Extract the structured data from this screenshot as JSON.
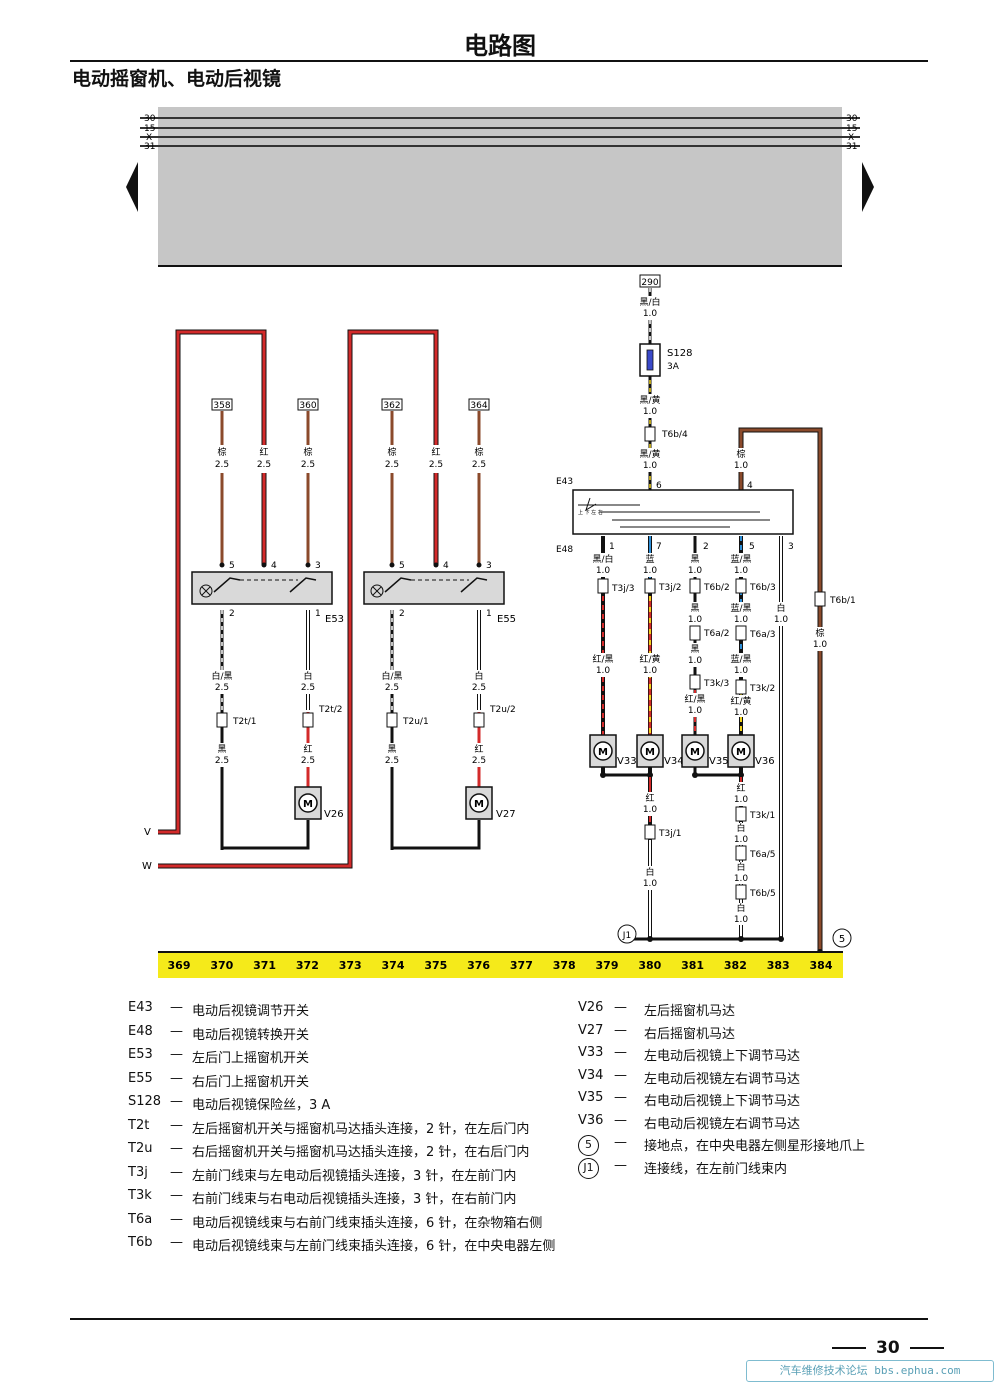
{
  "header": {
    "title": "电路图",
    "subtitle": "电动摇窗机、电动后视镜"
  },
  "bus": {
    "left_labels": [
      "30",
      "15",
      "X",
      "31"
    ],
    "right_labels": [
      "30",
      "15",
      "X",
      "31"
    ]
  },
  "wires": [
    {
      "ref": "358",
      "color": "棕",
      "gauge": "2.5"
    },
    {
      "ref": "",
      "color": "红",
      "gauge": "2.5"
    },
    {
      "ref": "360",
      "color": "棕",
      "gauge": "2.5"
    },
    {
      "ref": "362",
      "color": "棕",
      "gauge": "2.5"
    },
    {
      "ref": "",
      "color": "红",
      "gauge": "2.5"
    },
    {
      "ref": "364",
      "color": "棕",
      "gauge": "2.5"
    }
  ],
  "switches": [
    {
      "name": "E53",
      "pins_top": [
        "5",
        "4",
        "3"
      ],
      "pins_bottom": [
        "2",
        "1"
      ]
    },
    {
      "name": "E55",
      "pins_top": [
        "5",
        "4",
        "3"
      ],
      "pins_bottom": [
        "2",
        "1"
      ]
    }
  ],
  "lower_wires": [
    {
      "c1": "白/黑",
      "g1": "2.5",
      "conn": "T2t/1",
      "c2": "黑",
      "g2": "2.5"
    },
    {
      "c1": "白",
      "g1": "2.5",
      "conn": "T2t/2",
      "c2": "红",
      "g2": "2.5"
    },
    {
      "c1": "白/黑",
      "g1": "2.5",
      "conn": "T2u/1",
      "c2": "黑",
      "g2": "2.5"
    },
    {
      "c1": "白",
      "g1": "2.5",
      "conn": "T2u/2",
      "c2": "红",
      "g2": "2.5"
    }
  ],
  "motors": [
    "V26",
    "V27",
    "V33",
    "V34",
    "V35",
    "V36"
  ],
  "left_labels": {
    "v": "V",
    "w": "W"
  },
  "mirror": {
    "ref": "290",
    "w1": {
      "color": "黑/白",
      "gauge": "1.0"
    },
    "fuse": {
      "name": "S128",
      "rating": "3A"
    },
    "w2": {
      "color": "黑/黄",
      "gauge": "1.0"
    },
    "conn_top": "T6b/4",
    "w3": {
      "color": "黑/黄",
      "gauge": "1.0"
    },
    "brown": {
      "color": "棕",
      "gauge": "1.0"
    },
    "e43": "E43",
    "e48": "E48",
    "switch_text": "上 下 左 右",
    "pin_top_a": "6",
    "pin_top_b": "4",
    "pins_bottom": [
      "1",
      "7",
      "2",
      "5",
      "3"
    ],
    "col_wires": [
      {
        "color": "黑/白",
        "gauge": "1.0",
        "conn": "T3j/3",
        "c2": "红/黑",
        "g2": "1.0"
      },
      {
        "color": "蓝",
        "gauge": "1.0",
        "conn": "T3j/2",
        "c2": "红/黄",
        "g2": "1.0"
      },
      {
        "color": "黑",
        "gauge": "1.0",
        "conn": "T6b/2",
        "c2": "黑",
        "g2": "1.0",
        "conn2": "T6a/2",
        "c3": "黑",
        "g3": "1.0",
        "conn3": "T3k/3",
        "c4": "红/黑",
        "g4": "1.0"
      },
      {
        "color": "蓝/黑",
        "gauge": "1.0",
        "conn": "T6b/3",
        "c2": "蓝/黑",
        "g2": "1.0",
        "conn2": "T6a/3",
        "c3": "蓝/黑",
        "g3": "1.0",
        "conn3": "T3k/2",
        "c4": "红/黄",
        "g4": "1.0"
      }
    ],
    "right_col": {
      "conn": "T6b/1",
      "color1": "白",
      "gauge1": "1.0",
      "color2": "棕",
      "gauge2": "1.0"
    },
    "below_left": {
      "c1": "红",
      "g1": "1.0",
      "conn": "T3j/1",
      "c2": "白",
      "g2": "1.0"
    },
    "below_right": {
      "c1": "红",
      "g1": "1.0",
      "conn1": "T3k/1",
      "c2": "白",
      "g2": "1.0",
      "conn2": "T6a/5",
      "c3": "白",
      "g3": "1.0",
      "conn3": "T6b/5",
      "c4": "白",
      "g4": "1.0"
    },
    "j1": "J1",
    "ground": "5"
  },
  "track": [
    "369",
    "370",
    "371",
    "372",
    "373",
    "374",
    "375",
    "376",
    "377",
    "378",
    "379",
    "380",
    "381",
    "382",
    "383",
    "384"
  ],
  "legend_left": [
    {
      "code": "E43",
      "desc": "电动后视镜调节开关"
    },
    {
      "code": "E48",
      "desc": "电动后视镜转换开关"
    },
    {
      "code": "E53",
      "desc": "左后门上摇窗机开关"
    },
    {
      "code": "E55",
      "desc": "右后门上摇窗机开关"
    },
    {
      "code": "S128",
      "desc": "电动后视镜保险丝，3 A"
    },
    {
      "code": "T2t",
      "desc": "左后摇窗机开关与摇窗机马达插头连接，2 针，在左后门内"
    },
    {
      "code": "T2u",
      "desc": "右后摇窗机开关与摇窗机马达插头连接，2 针，在右后门内"
    },
    {
      "code": "T3j",
      "desc": "左前门线束与左电动后视镜插头连接，3 针，在左前门内"
    },
    {
      "code": "T3k",
      "desc": "右前门线束与右电动后视镜插头连接，3 针，在右前门内"
    },
    {
      "code": "T6a",
      "desc": "电动后视镜线束与右前门线束插头连接，6 针，在杂物箱右侧"
    },
    {
      "code": "T6b",
      "desc": "电动后视镜线束与左前门线束插头连接，6 针，在中央电器左侧"
    }
  ],
  "legend_right": [
    {
      "code": "V26",
      "desc": "左后摇窗机马达"
    },
    {
      "code": "V27",
      "desc": "右后摇窗机马达"
    },
    {
      "code": "V33",
      "desc": "左电动后视镜上下调节马达"
    },
    {
      "code": "V34",
      "desc": "左电动后视镜左右调节马达"
    },
    {
      "code": "V35",
      "desc": "右电动后视镜上下调节马达"
    },
    {
      "code": "V36",
      "desc": "右电动后视镜左右调节马达"
    },
    {
      "code": "5",
      "desc": "接地点，在中央电器左侧星形接地爪上",
      "circle": true
    },
    {
      "code": "J1",
      "desc": "连接线，在左前门线束内",
      "circle": true
    }
  ],
  "legend_dash": "—",
  "footer": {
    "page": "30",
    "watermark": "汽车维修技术论坛 bbs.ephua.com"
  }
}
